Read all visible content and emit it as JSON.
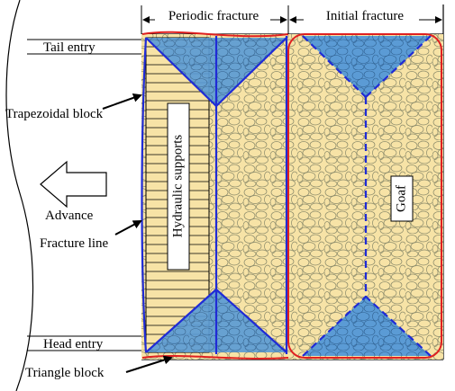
{
  "labels": {
    "periodic_fracture": "Periodic fracture",
    "initial_fracture": "Initial  fracture",
    "tail_entry": "Tail entry",
    "head_entry": "Head entry",
    "trapezoidal_block": "Trapezoidal block",
    "advance": "Advance",
    "fracture_line": "Fracture line",
    "triangle_block": "Triangle block",
    "hydraulic_supports": "Hydraulic supports",
    "goaf": "Goaf"
  },
  "colors": {
    "rock_fill": "#f7e3a6",
    "block_fill": "#5b9bd5",
    "fracture_line": "#1f2bd6",
    "goaf_boundary": "#e02020",
    "outline": "#000000"
  }
}
